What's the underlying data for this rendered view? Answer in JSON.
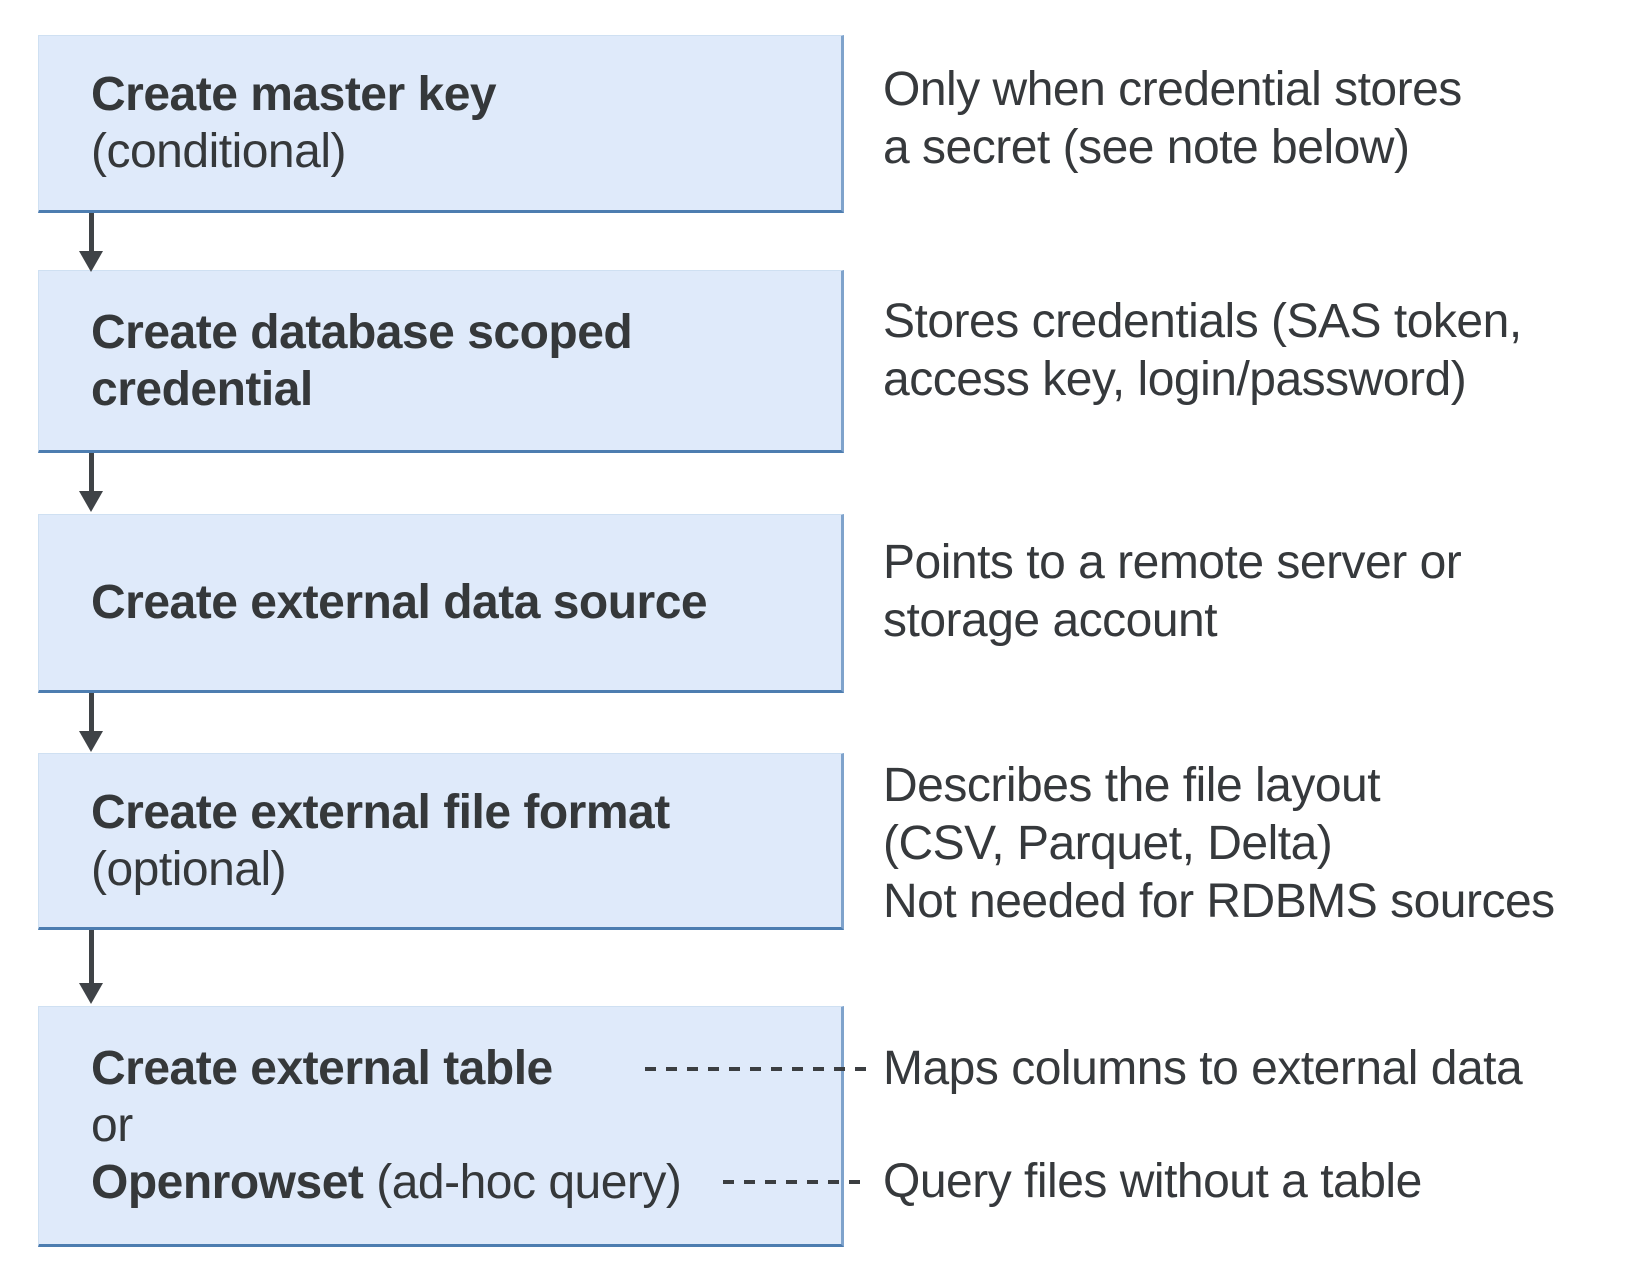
{
  "colors": {
    "page_bg": "#ffffff",
    "box_fill": "#dfeafa",
    "box_border_bottom": "#4d7db0",
    "box_border_right": "#7fa3cc",
    "box_border_light": "#cfe0f2",
    "arrow_color": "#3f4347",
    "title_text": "#35383a",
    "note_text": "#36393c",
    "dash_color": "#3b3e41"
  },
  "boxes": [
    {
      "lines": [
        {
          "bold": "Create master key"
        },
        {
          "normal": "(conditional)"
        }
      ]
    },
    {
      "lines": [
        {
          "bold": "Create database scoped"
        },
        {
          "bold": "credential"
        }
      ]
    },
    {
      "lines": [
        {
          "bold": "Create external data source"
        }
      ]
    },
    {
      "lines": [
        {
          "bold": "Create external file format"
        },
        {
          "normal": "(optional)"
        }
      ]
    },
    {
      "lines": [
        {
          "bold": "Create external table"
        },
        {
          "normal": "or"
        },
        {
          "bold": "Openrowset",
          "normal": " (ad-hoc query)"
        }
      ]
    }
  ],
  "annotations": [
    {
      "lines": [
        "Only when credential stores",
        "a secret (see note below)"
      ]
    },
    {
      "lines": [
        "Stores credentials (SAS token,",
        "access key, login/password)"
      ]
    },
    {
      "lines": [
        "Points to a remote server or",
        "storage account"
      ]
    },
    {
      "lines": [
        "Describes the file layout",
        "(CSV, Parquet, Delta)",
        "Not needed for RDBMS sources"
      ]
    },
    {
      "lines": [
        "Maps columns to external data"
      ]
    },
    {
      "lines": [
        "Query files without a table"
      ]
    }
  ]
}
